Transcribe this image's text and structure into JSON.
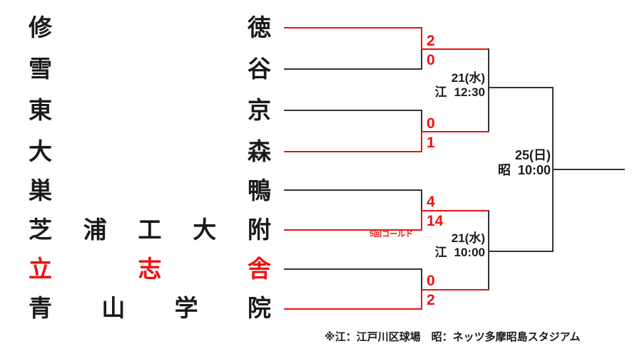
{
  "teams": [
    {
      "id": "shutoku",
      "chars": [
        "修",
        "徳"
      ],
      "winner": false
    },
    {
      "id": "yukigaya",
      "chars": [
        "雪",
        "谷"
      ],
      "winner": false
    },
    {
      "id": "tokyo",
      "chars": [
        "東",
        "京"
      ],
      "winner": false
    },
    {
      "id": "omori",
      "chars": [
        "大",
        "森"
      ],
      "winner": false
    },
    {
      "id": "sugamo",
      "chars": [
        "巣",
        "鴨"
      ],
      "winner": false
    },
    {
      "id": "shibaura",
      "chars": [
        "芝",
        "浦",
        "工",
        "大",
        "附"
      ],
      "winner": false
    },
    {
      "id": "risshisha",
      "chars": [
        "立",
        "志",
        "舎"
      ],
      "winner": true
    },
    {
      "id": "aoyama",
      "chars": [
        "青",
        "山",
        "学",
        "院"
      ],
      "winner": false
    }
  ],
  "matches": {
    "qf1": {
      "top_score": "2",
      "bottom_score": "0",
      "annotation": ""
    },
    "qf2": {
      "top_score": "0",
      "bottom_score": "1",
      "annotation": ""
    },
    "qf3": {
      "top_score": "4",
      "bottom_score": "14",
      "annotation": "5回コールド"
    },
    "qf4": {
      "top_score": "0",
      "bottom_score": "2",
      "annotation": ""
    },
    "sf1": {
      "date": "21(水)",
      "venue": "江",
      "time": "12:30"
    },
    "sf2": {
      "date": "21(水)",
      "venue": "江",
      "time": "10:00"
    },
    "final": {
      "date": "25(日)",
      "venue": "昭",
      "time": "10:00"
    }
  },
  "footer": {
    "note": "※江：江戸川区球場　昭：ネッツ多摩昭島スタジアム"
  },
  "colors": {
    "line_default": "#333333",
    "line_winner": "#ee1111",
    "text_default": "#1a1a1a",
    "text_winner": "#ee1111"
  }
}
